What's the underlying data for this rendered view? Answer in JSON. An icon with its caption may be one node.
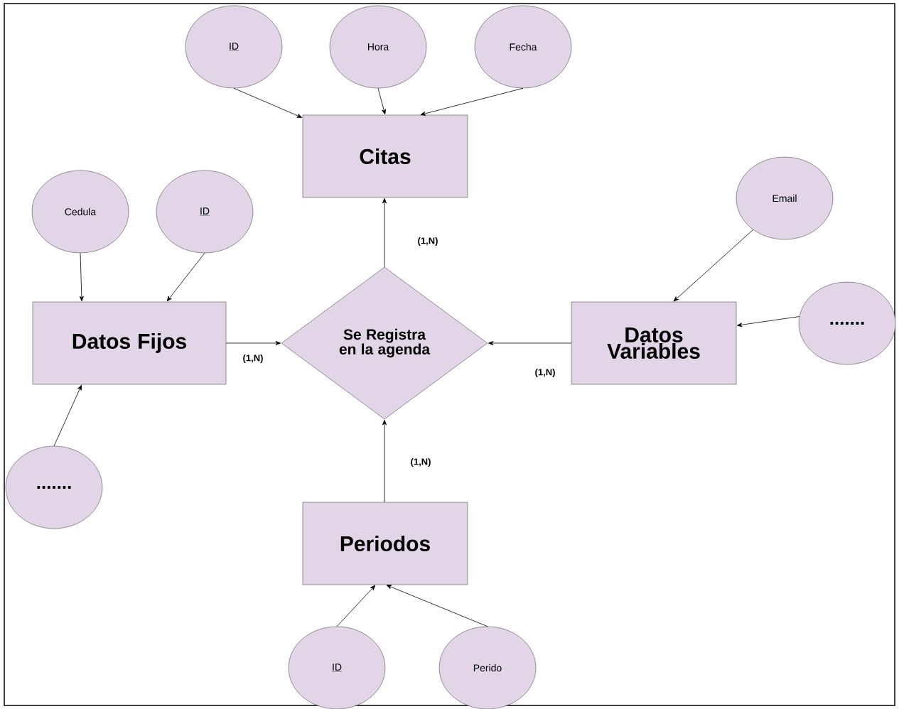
{
  "diagram": {
    "nodes": [
      {
        "text": [
          "ID"
        ]
      },
      {
        "text": [
          "Hora"
        ]
      },
      {
        "text": [
          "Fecha"
        ]
      },
      {
        "text": [
          "Citas"
        ]
      },
      {
        "text": [
          "Cedula"
        ]
      },
      {
        "text": [
          "ID"
        ]
      },
      {
        "text": [
          "Email"
        ]
      },
      {
        "text": [
          "Datos Fijos"
        ]
      },
      {
        "text": [
          "Se Registra en la agenda"
        ]
      },
      {
        "text": [
          "Datos Variables"
        ]
      },
      {
        "text": [
          "......."
        ]
      },
      {
        "text": [
          "......."
        ]
      },
      {
        "text": [
          "Periodos"
        ]
      },
      {
        "text": [
          "ID"
        ]
      },
      {
        "text": [
          "Perido"
        ]
      }
    ],
    "edges": [
      {
        "from": 0,
        "to": 3,
        "arrow": "to"
      },
      {
        "from": 1,
        "to": 3,
        "arrow": "to"
      },
      {
        "from": 2,
        "to": 3,
        "arrow": "to"
      },
      {
        "from": 8,
        "to": 3,
        "arrow": "to",
        "label": "(1,N)"
      },
      {
        "from": 4,
        "to": 7,
        "arrow": "to"
      },
      {
        "from": 5,
        "to": 7,
        "arrow": "to"
      },
      {
        "from": 6,
        "to": 9,
        "arrow": "to"
      },
      {
        "from": 7,
        "to": 8,
        "arrow": "to",
        "label": "(1,N)"
      },
      {
        "from": 9,
        "to": 8,
        "arrow": "to",
        "label": "(1,N)"
      },
      {
        "from": 10,
        "to": 9,
        "arrow": "to"
      },
      {
        "from": 11,
        "to": 7,
        "arrow": "to"
      },
      {
        "from": 12,
        "to": 8,
        "arrow": "to",
        "label": "(1,N)"
      },
      {
        "from": 13,
        "to": 12,
        "arrow": "to"
      },
      {
        "from": 14,
        "to": 12,
        "arrow": "to"
      }
    ]
  }
}
